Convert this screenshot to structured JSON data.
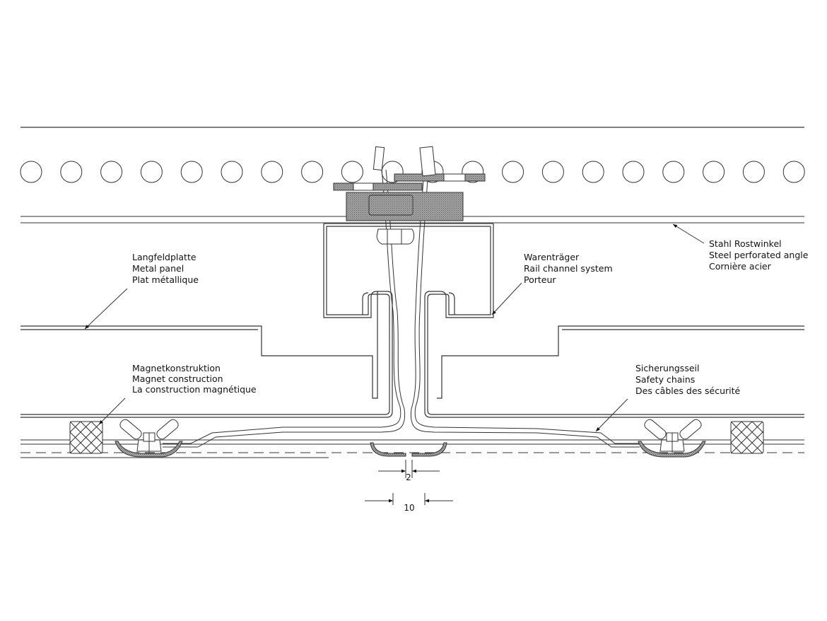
{
  "labels": {
    "metal_panel": [
      "Langfeldplatte",
      "Metal panel",
      "Plat métallique"
    ],
    "rail_channel": [
      "Warenträger",
      "Rail channel system",
      "Porteur"
    ],
    "perforated_angle": [
      "Stahl Rostwinkel",
      "Steel perforated angle",
      "Cornière acier"
    ],
    "magnet": [
      "Magnetkonstruktion",
      "Magnet construction",
      "La construction magnétique"
    ],
    "safety": [
      "Sicherungsseil",
      "Safety chains",
      "Des câbles des sécurité"
    ]
  },
  "dimensions": {
    "gap": "2",
    "width": "10"
  },
  "perforation_hole_count": 20,
  "colors": {
    "line": "#333333",
    "hatch": "#8a8a8a",
    "background": "#ffffff"
  }
}
